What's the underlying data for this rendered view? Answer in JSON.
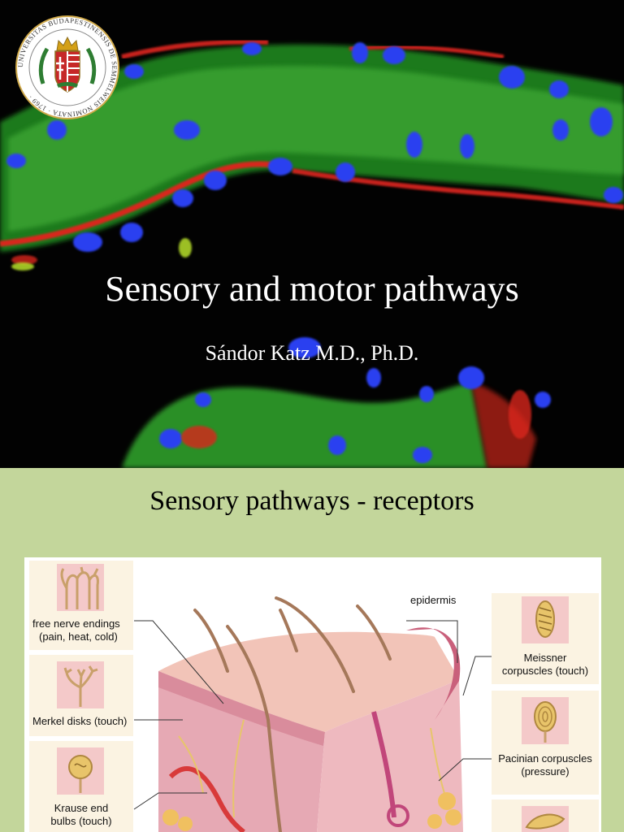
{
  "slide1": {
    "seal_text": "UNIVERSITAS BUDAPESTINENSIS DE SEMMELWEIS NOMINATA · 1769 ·",
    "title": "Sensory and motor pathways",
    "author": "Sándor Katz M.D., Ph.D.",
    "colors": {
      "background": "#020202",
      "tissue_green": "#2f9a2a",
      "nuclei_blue": "#2a3ff0",
      "membrane_red": "#d8261e"
    }
  },
  "slide2": {
    "title": "Sensory pathways - receptors",
    "colors": {
      "background": "#c3d69b",
      "skin_pink": "#e8b4b4",
      "receptor_box": "#fbf3e2",
      "receptor_inner": "#f4c9c9"
    },
    "figure": {
      "epidermis_label": "epidermis",
      "receptors": [
        {
          "name": "free nerve endings",
          "detail": "(pain, heat, cold)",
          "icon": "free-nerve-endings-icon"
        },
        {
          "name": "Merkel disks (touch)",
          "detail": "",
          "icon": "merkel-disk-icon"
        },
        {
          "name": "Krause end",
          "detail": "bulbs (touch)",
          "icon": "krause-bulb-icon"
        },
        {
          "name": "Meissner",
          "detail": "corpuscles (touch)",
          "icon": "meissner-corpuscle-icon"
        },
        {
          "name": "Pacinian corpuscles",
          "detail": "(pressure)",
          "icon": "pacinian-corpuscle-icon"
        }
      ]
    }
  }
}
